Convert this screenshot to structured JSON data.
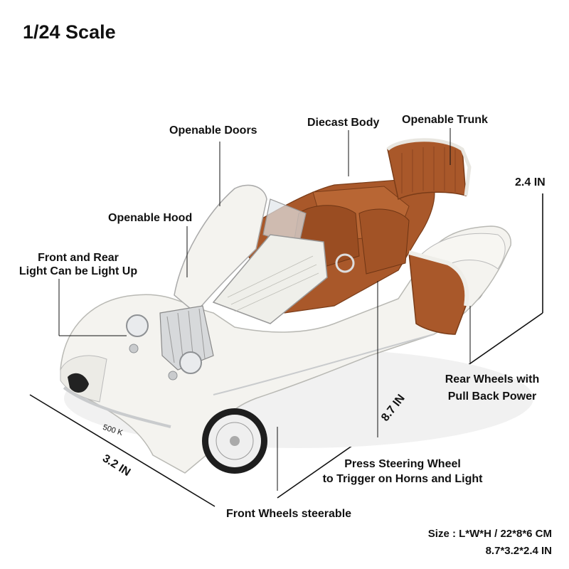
{
  "title": "1/24 Scale",
  "product": {
    "model_plate": "500 K",
    "body_color": "#f4f3ef",
    "interior_color": "#a9582a",
    "chrome_color": "#c9cbcd"
  },
  "callouts": {
    "openable_doors": "Openable Doors",
    "diecast_body": "Diecast Body",
    "openable_trunk": "Openable Trunk",
    "openable_hood": "Openable Hood",
    "lights_line1": "Front and Rear",
    "lights_line2": "Light Can be Light Up",
    "rear_wheels_line1": "Rear Wheels with",
    "rear_wheels_line2": "Pull Back Power",
    "steering_line1": "Press Steering Wheel",
    "steering_line2": "to Trigger on Horns and Light",
    "front_wheels": "Front Wheels steerable"
  },
  "dimensions": {
    "height": "2.4 IN",
    "length": "8.7 IN",
    "width": "3.2 IN"
  },
  "size_info": {
    "line1": "Size : L*W*H / 22*8*6 CM",
    "line2": "8.7*3.2*2.4 IN"
  }
}
